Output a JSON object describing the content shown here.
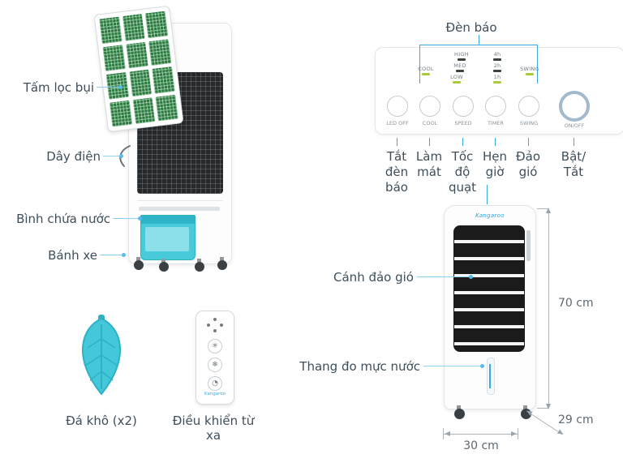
{
  "back_view": {
    "callouts": [
      "Tấm lọc bụi",
      "Dây điện",
      "Bình chứa nước",
      "Bánh xe"
    ]
  },
  "accessories": {
    "ice_pack_label": "Đá khô (x2)",
    "remote_label": "Điều khiển từ xa",
    "remote_brand": "Kangaroo",
    "remote_icons": [
      {
        "name": "fan-icon",
        "glyph": "✳"
      },
      {
        "name": "snowflake-icon",
        "glyph": "❄"
      },
      {
        "name": "timer-icon",
        "glyph": "◔"
      }
    ]
  },
  "control_panel": {
    "title": "Đèn báo",
    "indicators": [
      {
        "label": "COOL",
        "on": true
      },
      {
        "label": "HIGH",
        "on": false
      },
      {
        "label": "4h",
        "on": false
      },
      {
        "label": "MED",
        "on": false
      },
      {
        "label": "2h",
        "on": false
      },
      {
        "label": "LOW",
        "on": true
      },
      {
        "label": "1h",
        "on": true
      },
      {
        "label": "SWING",
        "on": true
      }
    ],
    "buttons": [
      {
        "label": "LED OFF",
        "caption": "Tắt đèn báo",
        "caption_lines": [
          "Tắt",
          "đèn",
          "báo"
        ]
      },
      {
        "label": "COOL",
        "caption": "Làm mát",
        "caption_lines": [
          "Làm",
          "mát"
        ]
      },
      {
        "label": "SPEED",
        "caption": "Tốc độ quạt",
        "caption_lines": [
          "Tốc",
          "độ",
          "quạt"
        ]
      },
      {
        "label": "TIMER",
        "caption": "Hẹn giờ",
        "caption_lines": [
          "Hẹn",
          "giờ"
        ]
      },
      {
        "label": "SWING",
        "caption": "Đảo gió",
        "caption_lines": [
          "Đảo",
          "gió"
        ]
      },
      {
        "label": "ON/OFF",
        "caption": "Bật/Tắt",
        "caption_lines": [
          "Bật/",
          "Tắt"
        ]
      }
    ]
  },
  "front_view": {
    "brand": "Kangaroo",
    "callouts": [
      "Cánh đảo gió",
      "Thang đo mực nước"
    ],
    "dimensions": {
      "height": "70 cm",
      "width": "30 cm",
      "depth": "29 cm"
    }
  },
  "colors": {
    "accent_blue": "#3aa9e0",
    "callout_line": "#8ed1ef",
    "teal": "#44c8d9",
    "led_on": "#aacb3a",
    "text": "#3e4f5a"
  }
}
